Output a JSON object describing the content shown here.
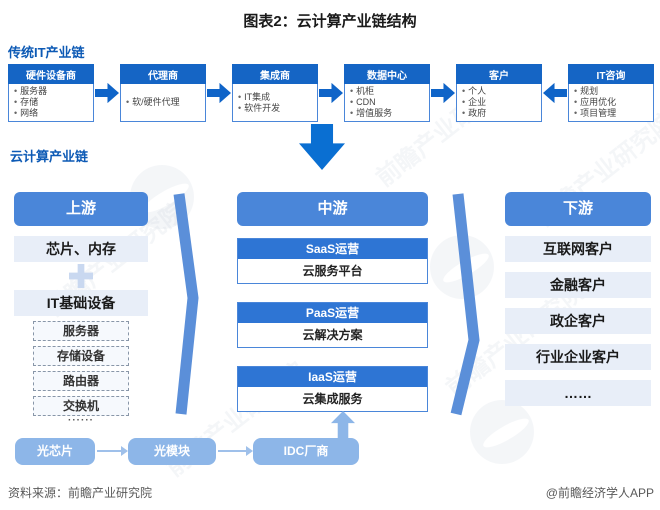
{
  "title": "图表2：云计算产业链结构",
  "watermark": {
    "text": "前瞻产业研究院"
  },
  "traditional_chain": {
    "label": "传统IT产业链",
    "nodes": [
      {
        "header": "硬件设备商",
        "items": [
          "服务器",
          "存储",
          "网络"
        ]
      },
      {
        "header": "代理商",
        "items": [
          "软/硬件代理"
        ]
      },
      {
        "header": "集成商",
        "items": [
          "IT集成",
          "软件开发"
        ]
      },
      {
        "header": "数据中心",
        "items": [
          "机柜",
          "CDN",
          "增值服务"
        ]
      },
      {
        "header": "客户",
        "items": [
          "个人",
          "企业",
          "政府"
        ]
      },
      {
        "header": "IT咨询",
        "items": [
          "规划",
          "应用优化",
          "项目管理"
        ]
      }
    ],
    "arrow_directions": [
      "right",
      "right",
      "right",
      "right",
      "left"
    ]
  },
  "cloud_chain": {
    "label": "云计算产业链",
    "upstream": {
      "header": "上游",
      "chip_box": "芯片、内存",
      "it_base_label": "IT基础设备",
      "devices": [
        "服务器",
        "存储设备",
        "路由器",
        "交换机"
      ],
      "ellipsis": "······"
    },
    "midstream": {
      "header": "中游",
      "layers": [
        {
          "name": "SaaS运营",
          "desc": "云服务平台"
        },
        {
          "name": "PaaS运营",
          "desc": "云解决方案"
        },
        {
          "name": "IaaS运营",
          "desc": "云集成服务"
        }
      ]
    },
    "downstream": {
      "header": "下游",
      "customers": [
        "互联网客户",
        "金融客户",
        "政企客户",
        "行业企业客户",
        "……"
      ]
    },
    "optical_chain": [
      "光芯片",
      "光模块",
      "IDC厂商"
    ]
  },
  "footer": {
    "source": "资料来源：前瞻产业研究院",
    "credit": "@前瞻经济学人APP"
  },
  "colors": {
    "node_header": "#1565c5",
    "column_header": "#4a86d9",
    "layer_header": "#2e75d4",
    "light_box": "#e8eef8",
    "pill": "#8db6e8",
    "big_arrow": "#0a6fd2",
    "label_blue": "#0d5ab5"
  }
}
